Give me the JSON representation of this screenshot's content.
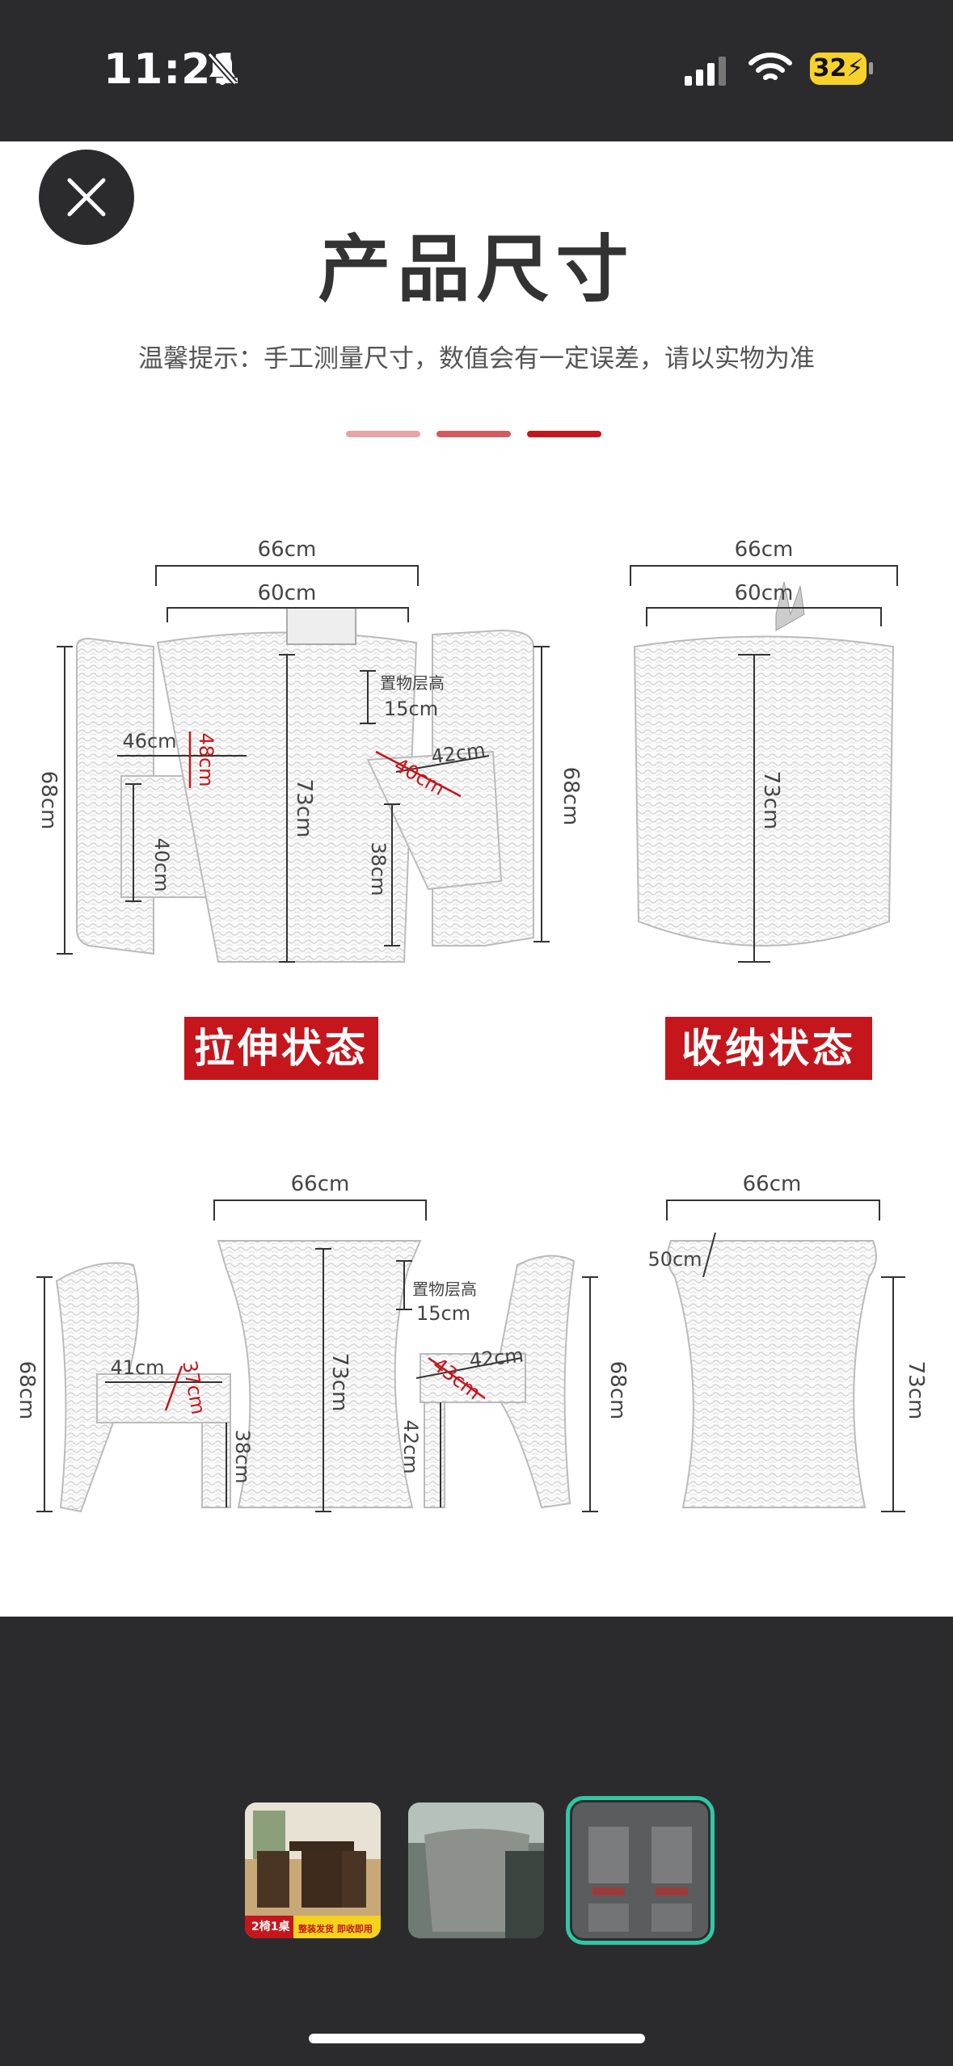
{
  "status_bar": {
    "time": "11:21",
    "battery": "32"
  },
  "content": {
    "title": "产品尺寸",
    "tip": "温馨提示：手工测量尺寸，数值会有一定误差，请以实物为准",
    "accent_color": "#c4161c",
    "section_labels": {
      "extended": "拉伸状态",
      "stored": "收纳状态"
    }
  },
  "dimensions": {
    "top_left": {
      "outer_width": "66cm",
      "inner_width": "60cm",
      "chair_height_left": "68cm",
      "chair_height_right": "68cm",
      "table_height": "73cm",
      "shelf_label_1": "置物层高",
      "shelf_label_2": "15cm",
      "seat_width_left": "46cm",
      "seat_depth_left": "48cm",
      "seat_height_left": "40cm",
      "seat_width_right": "42cm",
      "seat_depth_right": "40cm",
      "seat_height_right": "38cm"
    },
    "top_right": {
      "outer_width": "66cm",
      "inner_width": "60cm",
      "height": "73cm"
    },
    "bottom_left": {
      "table_width": "66cm",
      "chair_height_left": "68cm",
      "chair_height_right": "68cm",
      "table_height": "73cm",
      "shelf_label_1": "置物层高",
      "shelf_label_2": "15cm",
      "seat_width_left": "41cm",
      "seat_depth_left": "37cm",
      "seat_height_left": "38cm",
      "seat_width_right": "42cm",
      "seat_depth_right": "43cm",
      "seat_height_right": "42cm"
    },
    "bottom_right": {
      "width": "66cm",
      "depth": "50cm",
      "height": "73cm"
    }
  },
  "thumbnails": [
    {
      "id": "thumb-1",
      "badge_text_1": "2椅1桌",
      "badge_text_2": "整装发货 即收即用"
    },
    {
      "id": "thumb-2"
    },
    {
      "id": "thumb-3",
      "selected": true
    }
  ]
}
